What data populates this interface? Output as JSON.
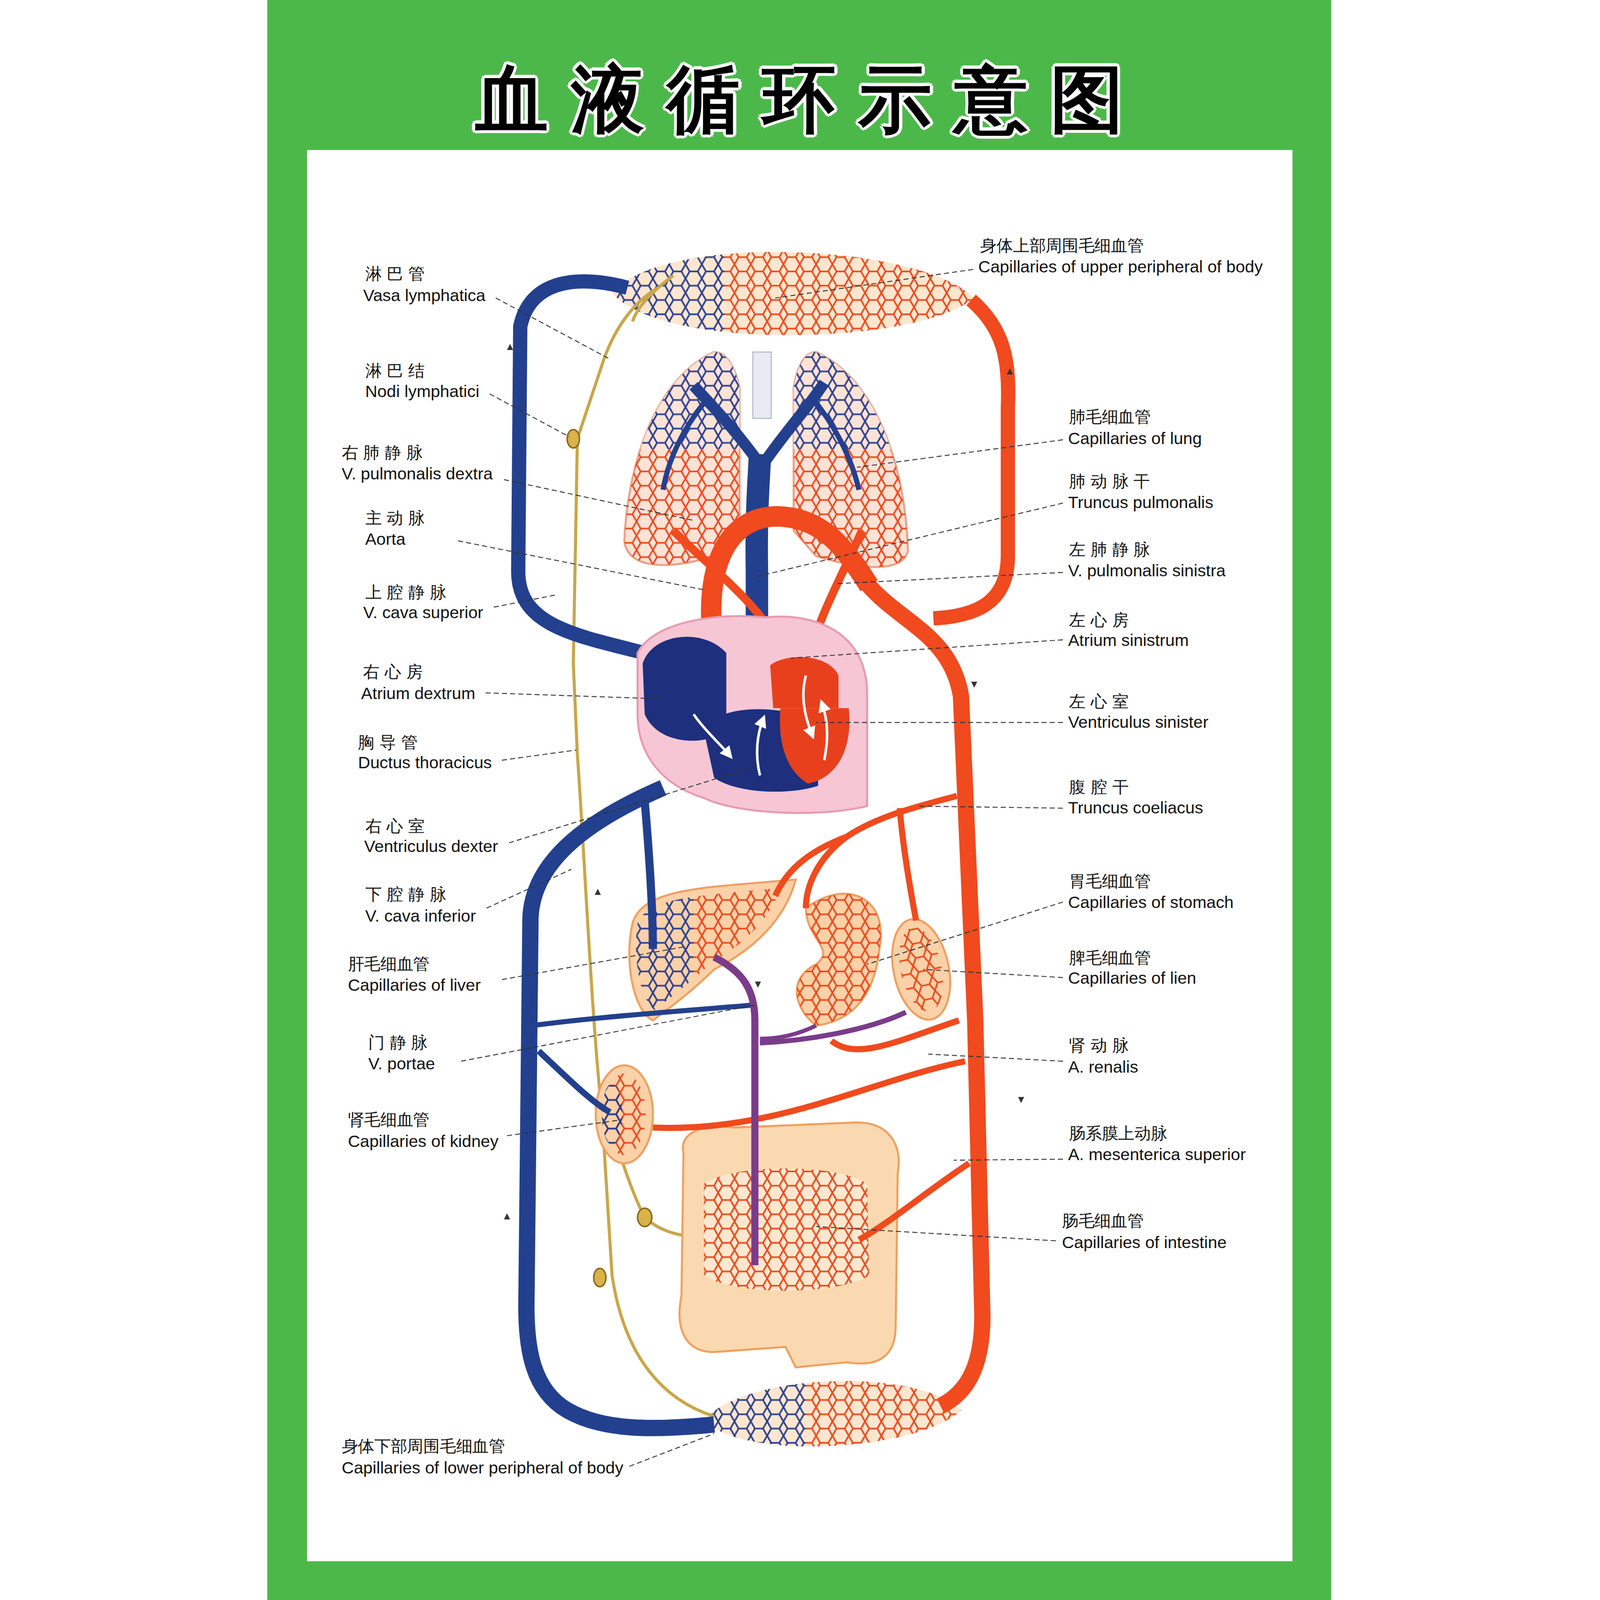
{
  "diagram": {
    "title": "血液循环示意图",
    "labels": [
      "身体上部周围毛细血管",
      "Capillaries of upper peripheral of body",
      "淋 巴 管",
      "Vasa lymphatica",
      "淋 巴 结",
      "Nodi lymphatici",
      "肺毛细血管",
      "Capillaries of lung",
      "右 肺 静 脉",
      "V. pulmonalis dextra",
      "肺 动 脉 干",
      "Truncus pulmonalis",
      "主 动 脉",
      "Aorta",
      "左 肺 静 脉",
      "V. pulmonalis sinistra",
      "上 腔 静 脉",
      "V. cava superior",
      "左 心 房",
      "Atrium sinistrum",
      "右 心 房",
      "Atrium dextrum",
      "左 心 室",
      "Ventriculus sinister",
      "胸 导 管",
      "Ductus thoracicus",
      "腹 腔 干",
      "Truncus coeliacus",
      "右 心 室",
      "Ventriculus dexter",
      "胃毛细血管",
      "Capillaries of stomach",
      "下 腔 静 脉",
      "V. cava inferior",
      "脾毛细血管",
      "Capillaries of lien",
      "肝毛细血管",
      "Capillaries of liver",
      "门 静 脉",
      "V. portae",
      "肾 动 脉",
      "A. renalis",
      "肾毛细血管",
      "Capillaries of kidney",
      "肠系膜上动脉",
      "A. mesenterica superior",
      "肠毛细血管",
      "Capillaries of intestine",
      "身体下部周围毛细血管",
      "Capillaries of lower peripheral of body"
    ]
  }
}
